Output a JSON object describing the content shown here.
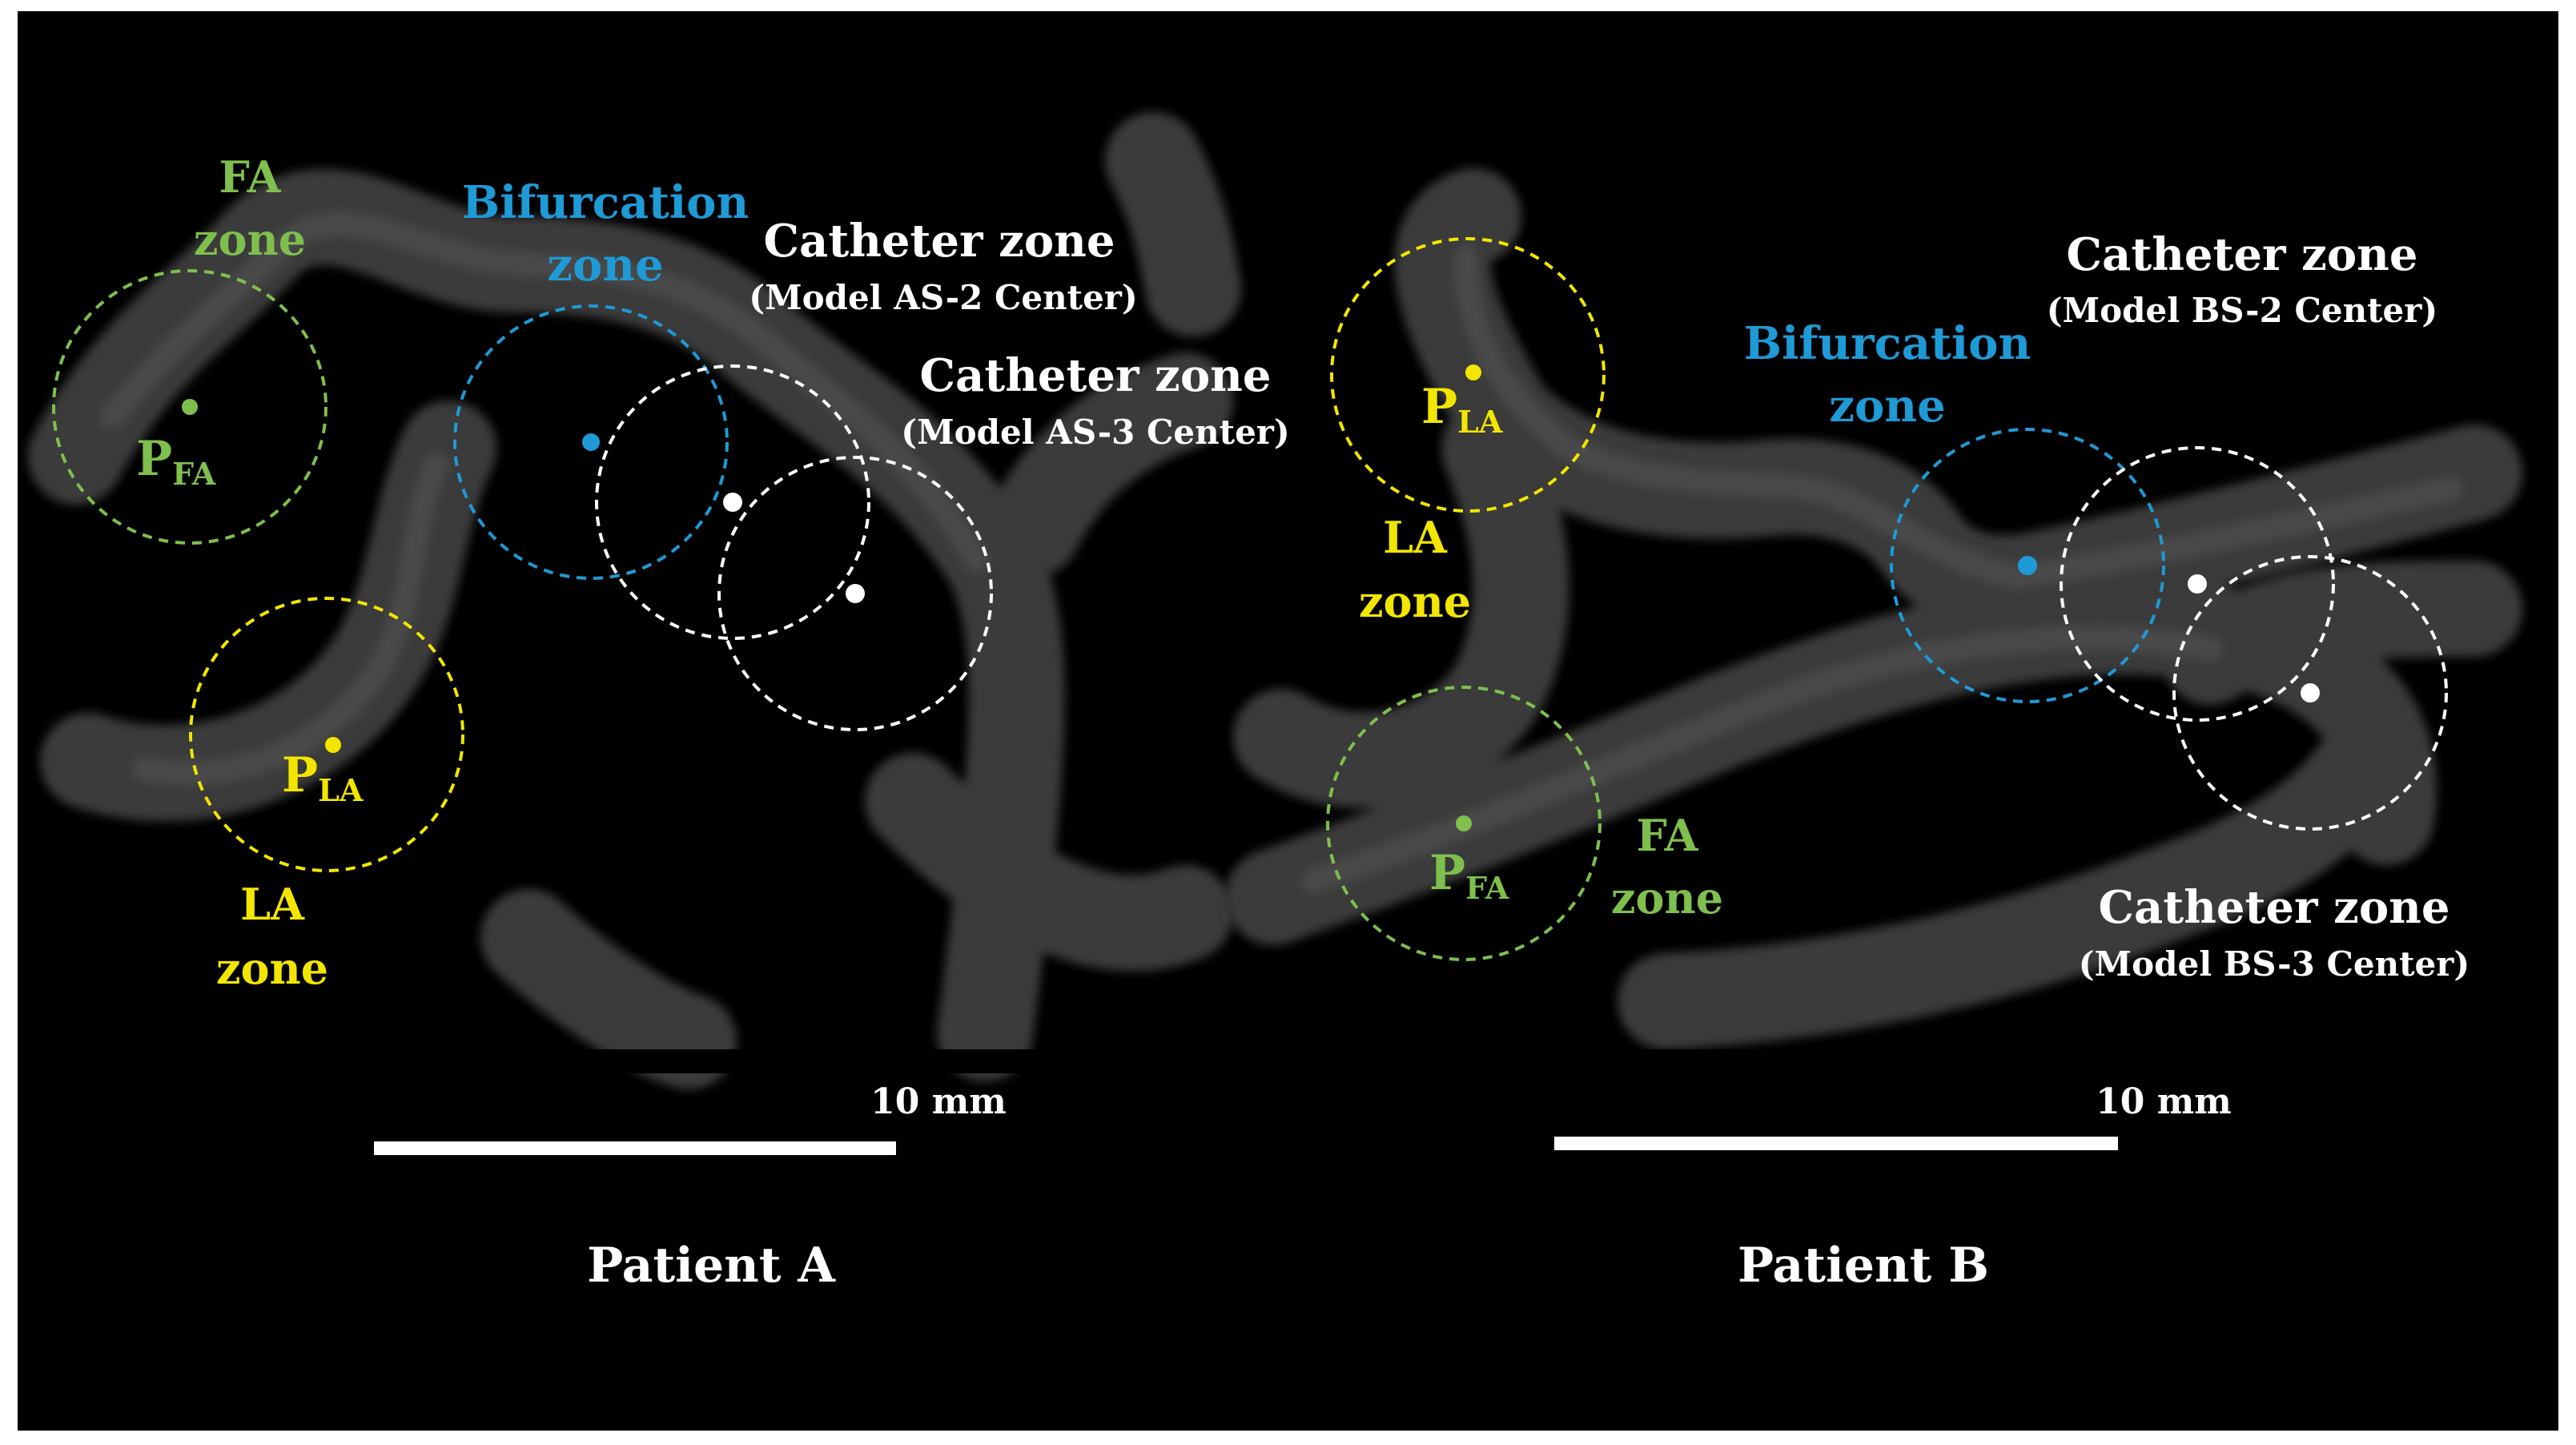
{
  "colors": {
    "background": "#000000",
    "frame": "#ffffff",
    "vessel": "#3a3a3a",
    "vessel_highlight": "#555555",
    "fa": "#7fbf4d",
    "la": "#f2e600",
    "bifurcation": "#1e9ad6",
    "catheter": "#ffffff",
    "text": "#ffffff"
  },
  "panels": {
    "a": {
      "title": "Patient A",
      "scale_label": "10 mm",
      "fa": {
        "line1": "FA",
        "line2": "zone",
        "point_main": "P",
        "point_sub": "FA"
      },
      "la": {
        "line1": "LA",
        "line2": "zone",
        "point_main": "P",
        "point_sub": "LA"
      },
      "bifurcation": {
        "line1": "Bifurcation",
        "line2": "zone"
      },
      "catheter1": {
        "line1": "Catheter zone",
        "line2": "(Model AS-2 Center)"
      },
      "catheter2": {
        "line1": "Catheter zone",
        "line2": "(Model AS-3 Center)"
      }
    },
    "b": {
      "title": "Patient B",
      "scale_label": "10 mm",
      "fa": {
        "line1": "FA",
        "line2": "zone",
        "point_main": "P",
        "point_sub": "FA"
      },
      "la": {
        "line1": "LA",
        "line2": "zone",
        "point_main": "P",
        "point_sub": "LA"
      },
      "bifurcation": {
        "line1": "Bifurcation",
        "line2": "zone"
      },
      "catheter1": {
        "line1": "Catheter zone",
        "line2": "(Model BS-2 Center)"
      },
      "catheter2": {
        "line1": "Catheter zone",
        "line2": "(Model BS-3 Center)"
      }
    }
  }
}
